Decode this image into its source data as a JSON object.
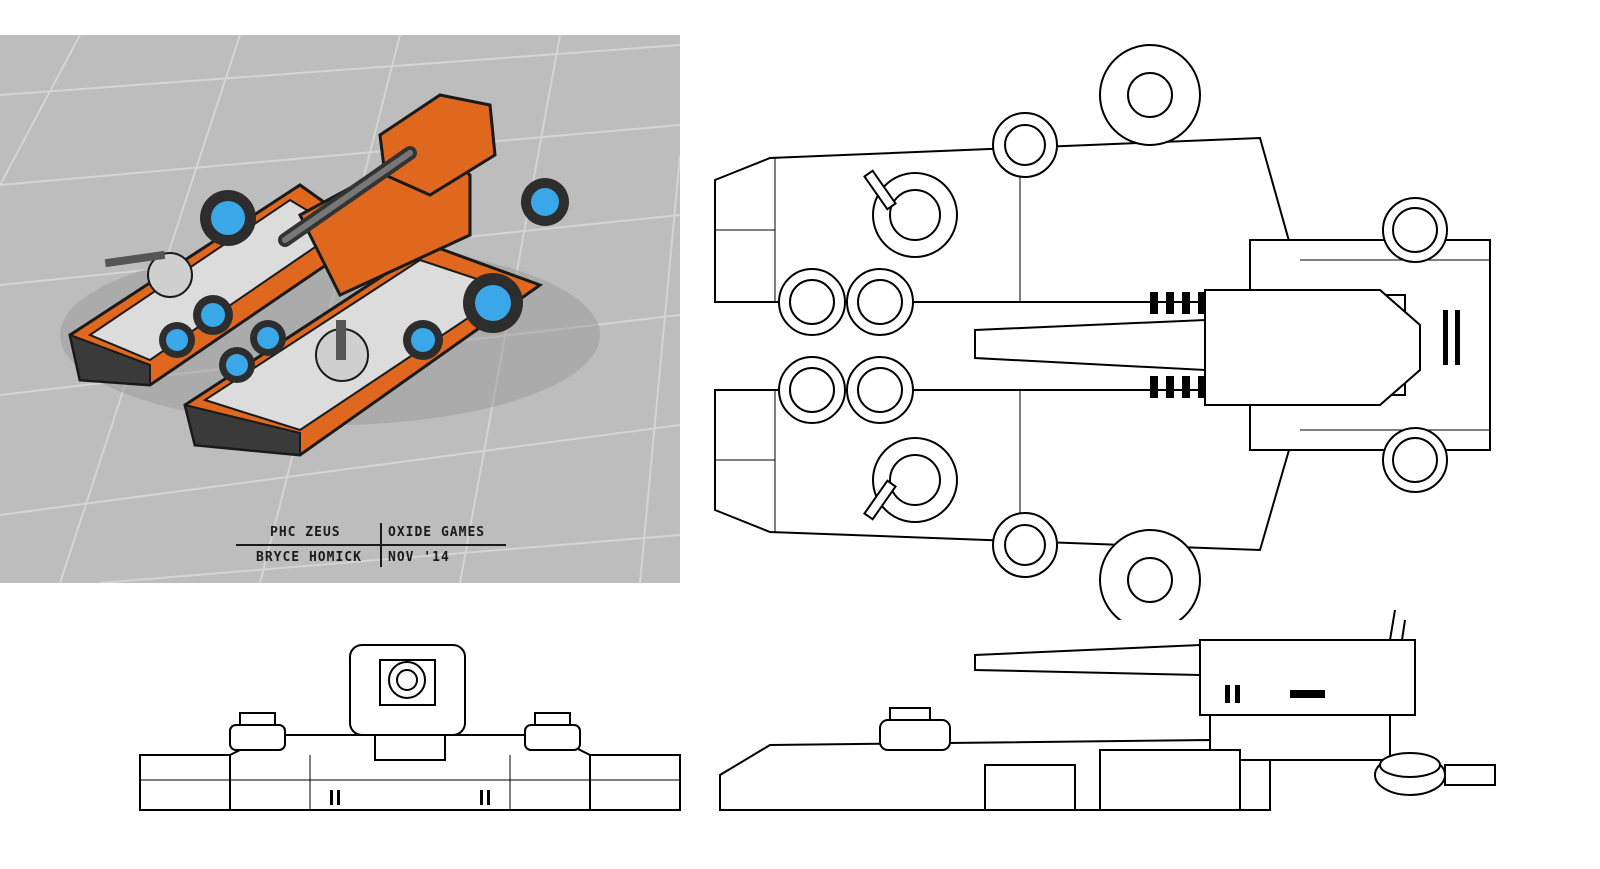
{
  "signature": {
    "unit_name": "PHC ZEUS",
    "studio": "OXIDE GAMES",
    "artist": "BRYCE HOMICK",
    "date": "NOV '14"
  },
  "views": {
    "render": {
      "icon": "hover-tank-render"
    },
    "top": {
      "icon": "hover-tank-top-lineart"
    },
    "front": {
      "icon": "hover-tank-front-lineart"
    },
    "side": {
      "icon": "hover-tank-side-lineart"
    }
  },
  "colors": {
    "render_background": "#bdbdbd",
    "hull_orange": "#e0681e",
    "hull_grey": "#dcdcdc",
    "thruster_blue": "#3aa7e8",
    "lineart": "#000000"
  }
}
